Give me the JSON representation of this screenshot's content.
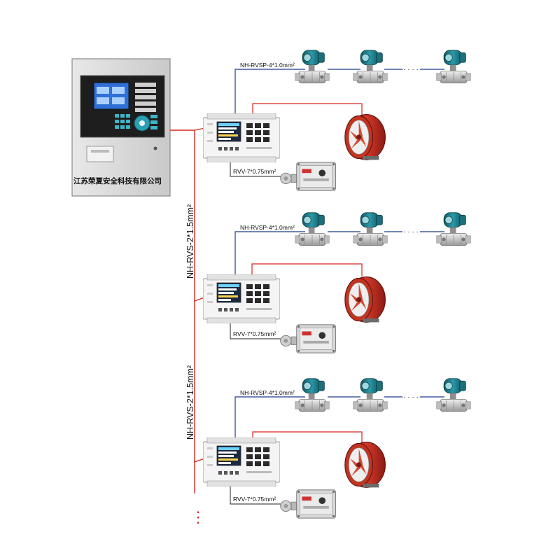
{
  "cabinet": {
    "company_name": "江苏荣夏安全科技有限公司"
  },
  "trunk_cable": {
    "label_upper": "NH-RVS-2*1.5mm²",
    "label_lower": "NH-RVS-2*1.5mm²"
  },
  "modules": [
    {
      "signal_cable": "NH-RVSP-4*1.0mm²",
      "control_cable": "RVV-7*0.75mm²",
      "sensor_ellipsis": "· · · ·"
    },
    {
      "signal_cable": "NH-RVSP-4*1.0mm²",
      "control_cable": "RVV-7*0.75mm²",
      "sensor_ellipsis": "· · · ·"
    },
    {
      "signal_cable": "NH-RVSP-4*1.0mm²",
      "control_cable": "RVV-7*0.75mm²",
      "sensor_ellipsis": "· · · ·"
    }
  ],
  "continuation": "⋮",
  "colors": {
    "power_line": "#d7261e",
    "signal_line": "#1f3a8a",
    "control_line": "#222222",
    "cabinet_body": "#d8d8d8",
    "transmitter_head": "#1f7f8c",
    "fan_body": "#b8261d"
  }
}
